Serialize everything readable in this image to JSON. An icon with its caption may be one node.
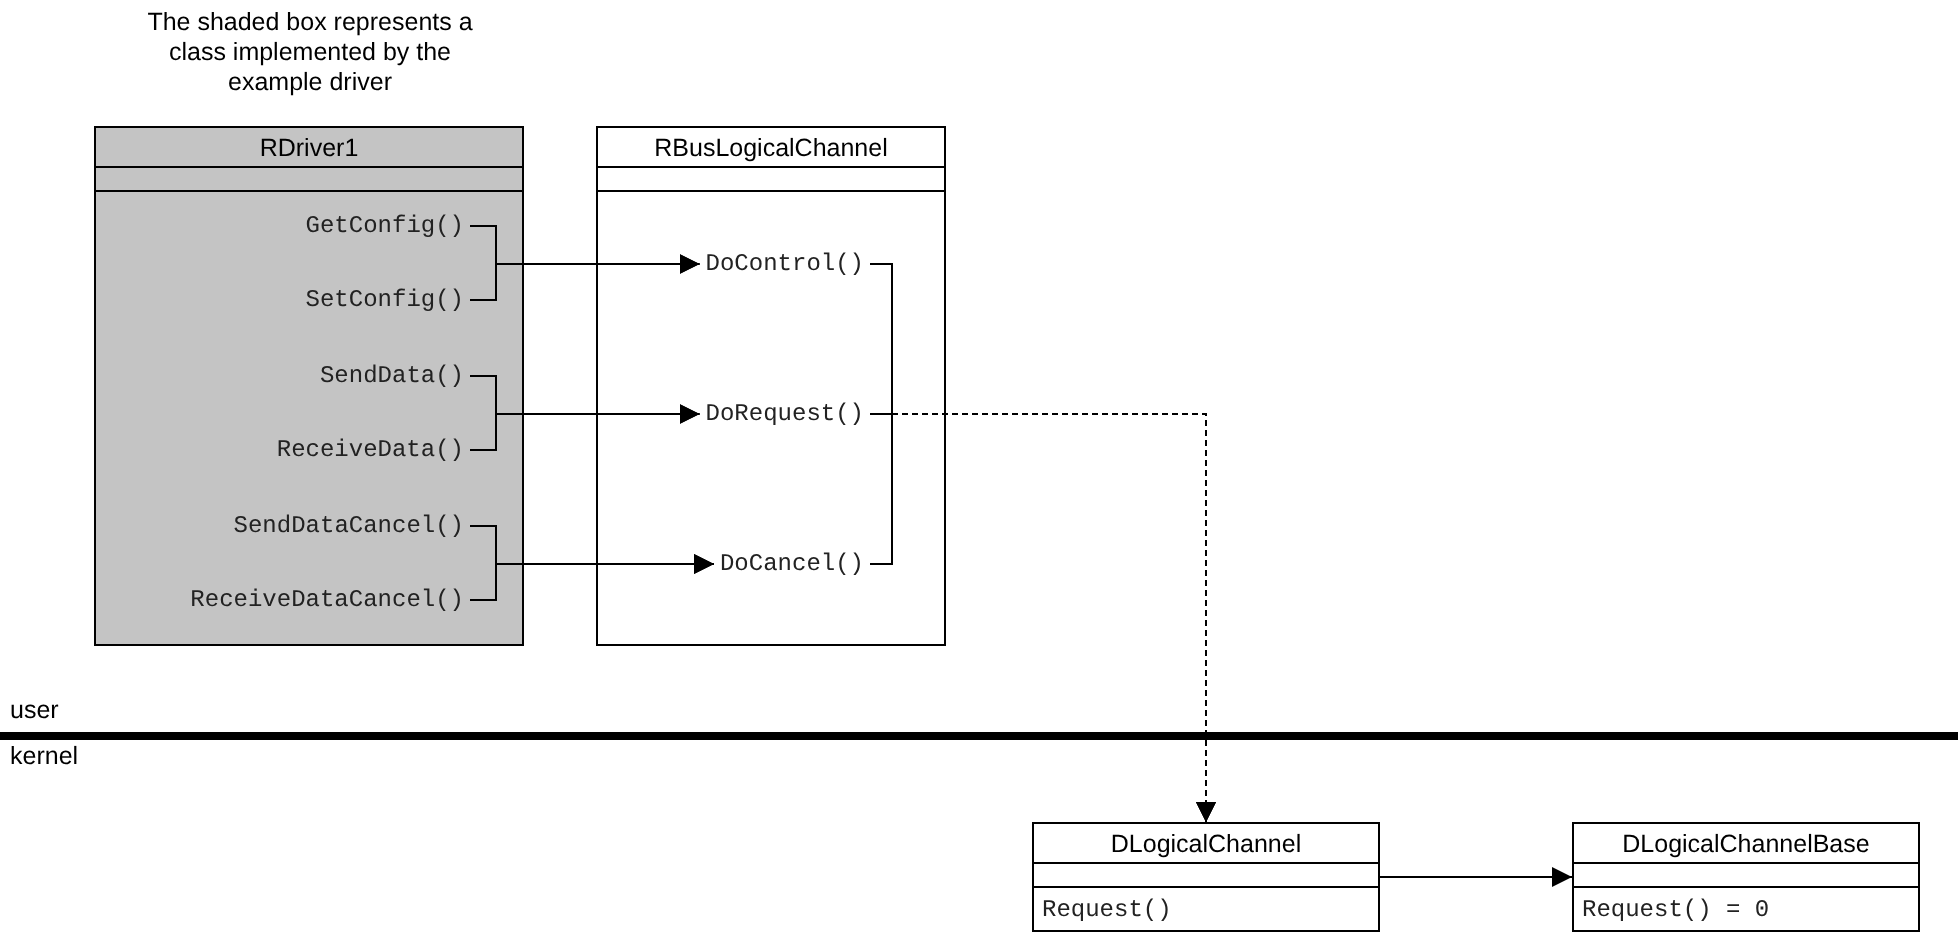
{
  "diagram": {
    "nodes": [
      {
        "text": [
          "RDriver1"
        ]
      },
      {
        "text": [
          "GetConfig()"
        ],
        "in": 0
      },
      {
        "text": [
          "SetConfig()"
        ],
        "in": 0
      },
      {
        "text": [
          "SendData()"
        ],
        "in": 0
      },
      {
        "text": [
          "ReceiveData()"
        ],
        "in": 0
      },
      {
        "text": [
          "SendDataCancel()"
        ],
        "in": 0
      },
      {
        "text": [
          "ReceiveDataCancel()"
        ],
        "in": 0
      },
      {
        "text": [
          "RBusLogicalChannel"
        ]
      },
      {
        "text": [
          "DoControl()"
        ],
        "in": 7
      },
      {
        "text": [
          "DoRequest()"
        ],
        "in": 7
      },
      {
        "text": [
          "DoCancel()"
        ],
        "in": 7
      },
      {
        "text": [
          "DLogicalChannel"
        ]
      },
      {
        "text": [
          "Request()"
        ],
        "in": 11
      },
      {
        "text": [
          "DLogicalChannelBase"
        ]
      },
      {
        "text": [
          "Request() = 0"
        ],
        "in": 13
      }
    ],
    "edges": [
      {
        "from": 1,
        "to": 8,
        "arrow": "to"
      },
      {
        "from": 2,
        "to": 8,
        "arrow": "to"
      },
      {
        "from": 3,
        "to": 9,
        "arrow": "to"
      },
      {
        "from": 4,
        "to": 9,
        "arrow": "to"
      },
      {
        "from": 5,
        "to": 10,
        "arrow": "to"
      },
      {
        "from": 6,
        "to": 10,
        "arrow": "to"
      },
      {
        "from": 8,
        "to": 11,
        "arrow": "to",
        "style": "dashed"
      },
      {
        "from": 9,
        "to": 11,
        "arrow": "to",
        "style": "dashed"
      },
      {
        "from": 10,
        "to": 11,
        "arrow": "to",
        "style": "dashed"
      },
      {
        "from": 11,
        "to": 13,
        "arrow": "to"
      }
    ],
    "labels": [
      "The shaded box represents a class implemented by the example driver",
      "user",
      "kernel"
    ]
  }
}
